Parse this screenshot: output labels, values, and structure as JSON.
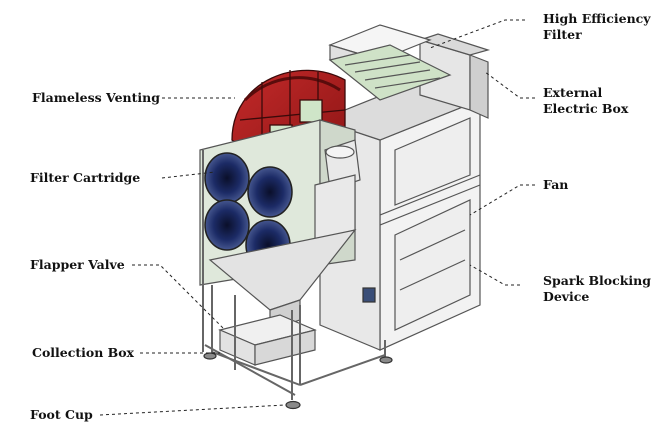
{
  "labels": {
    "flameless_venting": "Flameless Venting",
    "filter_cartridge": "Filter Cartridge",
    "flapper_valve": "Flapper Valve",
    "collection_box": "Collection Box",
    "foot_cup": "Foot Cup",
    "high_efficiency_filter_line1": "High Efficiency",
    "high_efficiency_filter_line2": "Filter",
    "external_electric_box_line1": "External",
    "external_electric_box_line2": "Electric Box",
    "fan": "Fan",
    "spark_blocking_device_line1": "Spark Blocking",
    "spark_blocking_device_line2": "Device"
  },
  "colors": {
    "vent_red": "#b01e1e",
    "panel_green": "#b9d7b6",
    "frame_gray": "#777777",
    "filter_blue": "#2b3c7a"
  }
}
